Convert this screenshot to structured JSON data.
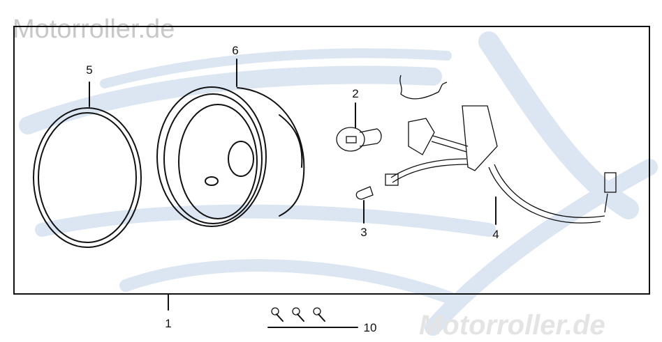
{
  "watermark": {
    "top_text": "Motorroller.de",
    "bottom_text": "Motorroller.de",
    "color": "#c9d8ea"
  },
  "callouts": [
    {
      "id": "1",
      "label": "1"
    },
    {
      "id": "2",
      "label": "2"
    },
    {
      "id": "3",
      "label": "3"
    },
    {
      "id": "4",
      "label": "4"
    },
    {
      "id": "5",
      "label": "5"
    },
    {
      "id": "6",
      "label": "6"
    },
    {
      "id": "10",
      "label": "10"
    }
  ],
  "parts": [
    "headlight-rim-ring",
    "headlight-housing",
    "headlight-bulb",
    "position-bulb",
    "bulb-socket-harness",
    "screws"
  ]
}
